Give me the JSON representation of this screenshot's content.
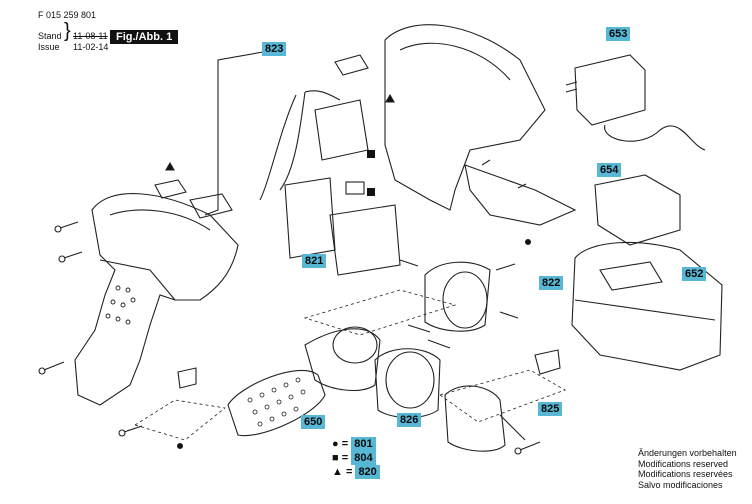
{
  "header": {
    "doc_number": "F 015 259 801",
    "stand_label": "Stand",
    "issue_label": "Issue",
    "stand_date": "11-08-11",
    "issue_date": "11-02-14",
    "figure_label": "Fig./Abb. 1"
  },
  "callouts": {
    "c823": "823",
    "c653": "653",
    "c654": "654",
    "c821": "821",
    "c822": "822",
    "c652": "652",
    "c650": "650",
    "c826": "826",
    "c825": "825"
  },
  "legend": {
    "circle_label": "801",
    "square_label": "804",
    "triangle_label": "820"
  },
  "notes": {
    "line1": "Änderungen vorbehalten",
    "line2": "Modifications reserved",
    "line3": "Modifications reservées",
    "line4": "Salvo modificaciones"
  },
  "colors": {
    "callout_bg": "#59b7d6",
    "line": "#222222"
  }
}
